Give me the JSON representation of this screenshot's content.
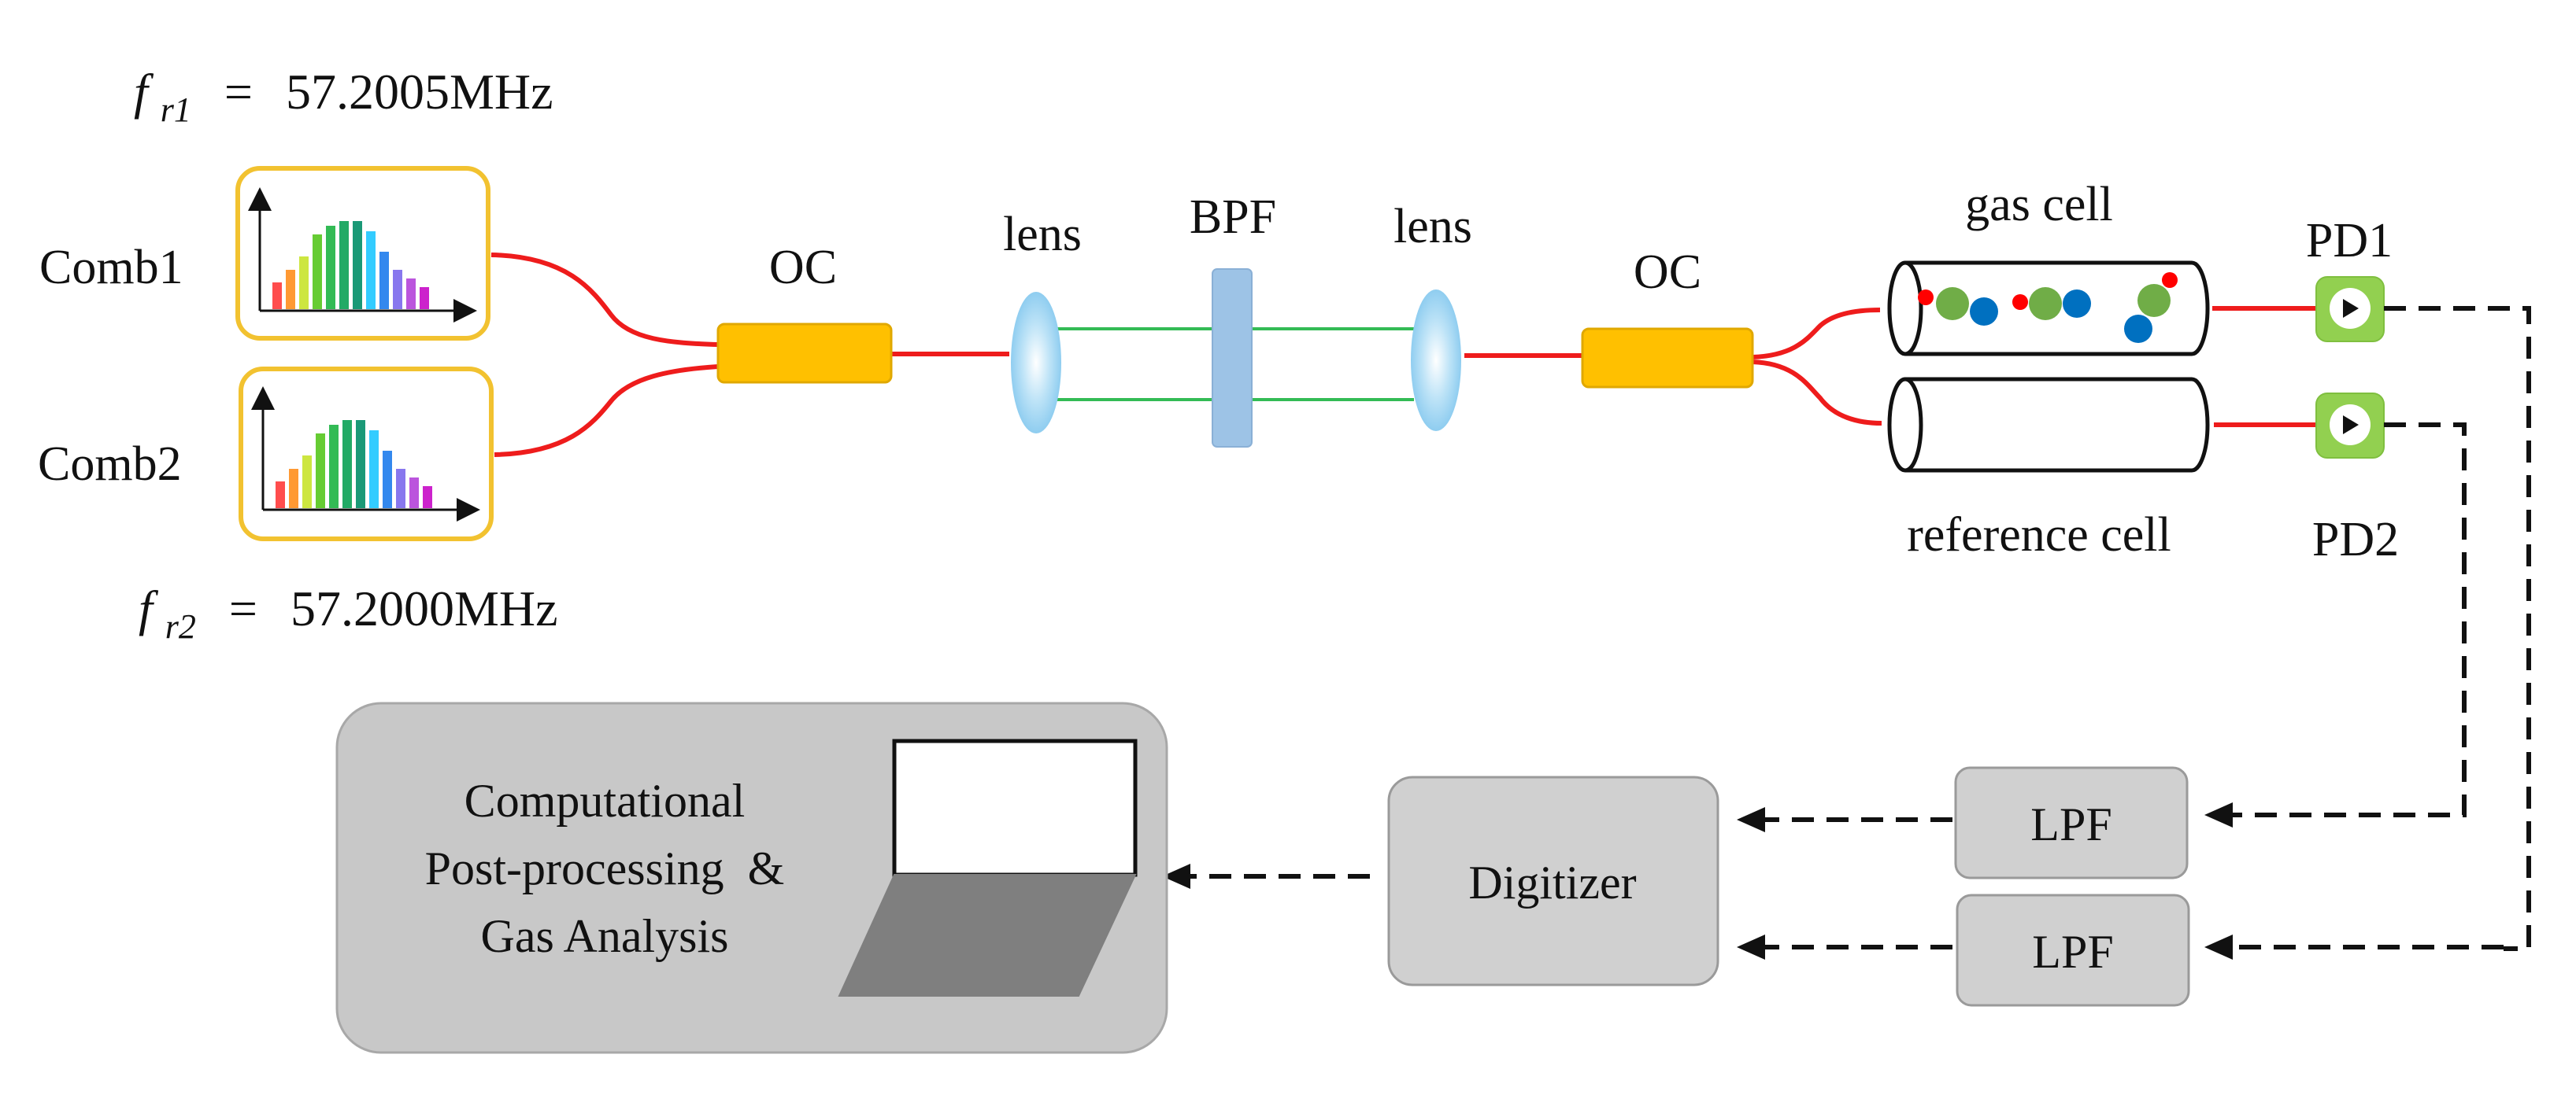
{
  "frequencies": {
    "fr1": {
      "symbol": "f",
      "subscript": "r1",
      "equals": "=",
      "value": "57.2005MHz"
    },
    "fr2": {
      "symbol": "f",
      "subscript": "r2",
      "equals": "=",
      "value": "57.2000MHz"
    }
  },
  "sources": {
    "comb1": "Comb1",
    "comb2": "Comb2",
    "spectrum_bar_colors": [
      "#ff4d4d",
      "#ff9933",
      "#cde640",
      "#66cc33",
      "#33bb55",
      "#22aa66",
      "#1a9977",
      "#33ccff",
      "#3388ee",
      "#8877ee",
      "#bb55dd",
      "#cc22cc"
    ],
    "spectrum_bar_levels": [
      0.3,
      0.45,
      0.6,
      0.85,
      0.95,
      1.0,
      1.0,
      0.88,
      0.65,
      0.45,
      0.35,
      0.25
    ]
  },
  "components": {
    "oc_left": "OC",
    "lens_left": "lens",
    "bpf": "BPF",
    "lens_right": "lens",
    "oc_right": "OC",
    "gas_cell": "gas cell",
    "reference_cell": "reference cell",
    "pd1": "PD1",
    "pd2": "PD2",
    "lpf_top": "LPF",
    "lpf_bottom": "LPF",
    "digitizer": "Digitizer",
    "computer_line1": "Computational",
    "computer_line2": "Post-processing  &",
    "computer_line3": "Gas Analysis"
  },
  "colors": {
    "fiber": "#ee1c1c",
    "free_space_beam": "#33bb55",
    "coupler": "#ffc000",
    "coupler_stroke": "#e0a800",
    "frame_yellow": "#f2c230",
    "filter_blue": "#9dc3e6",
    "lens_blue": "#bde3f7",
    "photodiode_green": "#92d050",
    "box_gray": "#d0d0d0",
    "box_stroke": "#9a9a9a",
    "computer_panel": "#c8c8c8",
    "laptop_base": "#7f7f7f",
    "molecule_green": "#70ad47",
    "molecule_blue": "#0070c0",
    "molecule_red": "#ff0000",
    "signal_line": "#111111"
  }
}
